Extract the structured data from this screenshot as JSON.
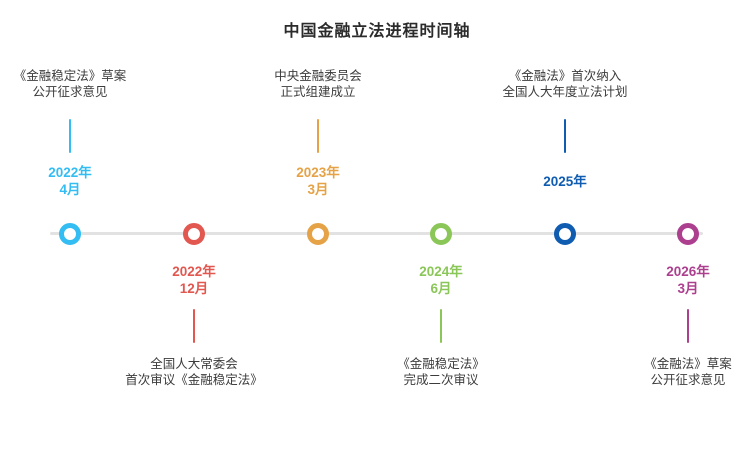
{
  "title": "中国金融立法进程时间轴",
  "timeline": {
    "axis_line_color": "#e2e2e2",
    "events": [
      {
        "id": "2022-04",
        "position": "above",
        "color": "#33bdf3",
        "date_line1": "2022年",
        "date_line2": "4月",
        "desc_line1": "《金融稳定法》草案",
        "desc_line2": "公开征求意见"
      },
      {
        "id": "2022-12",
        "position": "below",
        "color": "#e2574f",
        "date_line1": "2022年",
        "date_line2": "12月",
        "desc_line1": "全国人大常委会",
        "desc_line2": "首次审议《金融稳定法》"
      },
      {
        "id": "2023-03",
        "position": "above",
        "color": "#e6a246",
        "date_line1": "2023年",
        "date_line2": "3月",
        "desc_line1": "中央金融委员会",
        "desc_line2": "正式组建成立"
      },
      {
        "id": "2024-06",
        "position": "below",
        "color": "#8bc659",
        "date_line1": "2024年",
        "date_line2": "6月",
        "desc_line1": "《金融稳定法》",
        "desc_line2": "完成二次审议"
      },
      {
        "id": "2025",
        "position": "above",
        "color": "#0f5cb1",
        "date_line1": "2025年",
        "date_line2": "",
        "desc_line1": "《金融法》首次纳入",
        "desc_line2": "全国人大年度立法计划"
      },
      {
        "id": "2026-03",
        "position": "below",
        "color": "#ad3f8f",
        "date_line1": "2026年",
        "date_line2": "3月",
        "desc_line1": "《金融法》草案",
        "desc_line2": "公开征求意见"
      }
    ]
  }
}
